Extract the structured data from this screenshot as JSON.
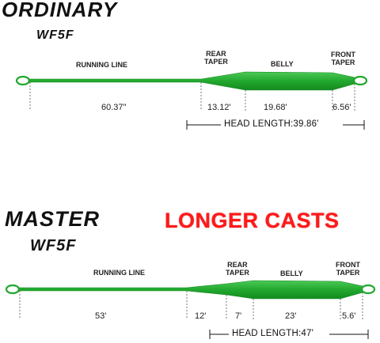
{
  "colors": {
    "line_green": "#22a82e",
    "line_dark": "#138a1f",
    "accent_red": "#ff1a1a"
  },
  "ordinary": {
    "brand": "ORDINARY",
    "model": "WF5F",
    "labels": {
      "running_line": "RUNNING LINE",
      "rear_taper_1": "REAR",
      "rear_taper_2": "TAPER",
      "belly": "BELLY",
      "front_taper_1": "FRONT",
      "front_taper_2": "TAPER"
    },
    "measurements": {
      "running_line": "60.37\"",
      "rear_taper": "13.12'",
      "belly": "19.68'",
      "front_taper": "6.56'"
    },
    "head_length": "HEAD LENGTH:39.86'"
  },
  "master": {
    "brand": "MASTER",
    "model": "WF5F",
    "tagline": "LONGER CASTS",
    "labels": {
      "running_line": "RUNNING LINE",
      "rear_taper_1": "REAR",
      "rear_taper_2": "TAPER",
      "belly": "BELLY",
      "front_taper_1": "FRONT",
      "front_taper_2": "TAPER"
    },
    "measurements": {
      "running_line": "53'",
      "extra": "12'",
      "rear_taper": "7'",
      "belly": "23'",
      "front_taper": "5.6'"
    },
    "head_length": "HEAD LENGTH:47'"
  }
}
